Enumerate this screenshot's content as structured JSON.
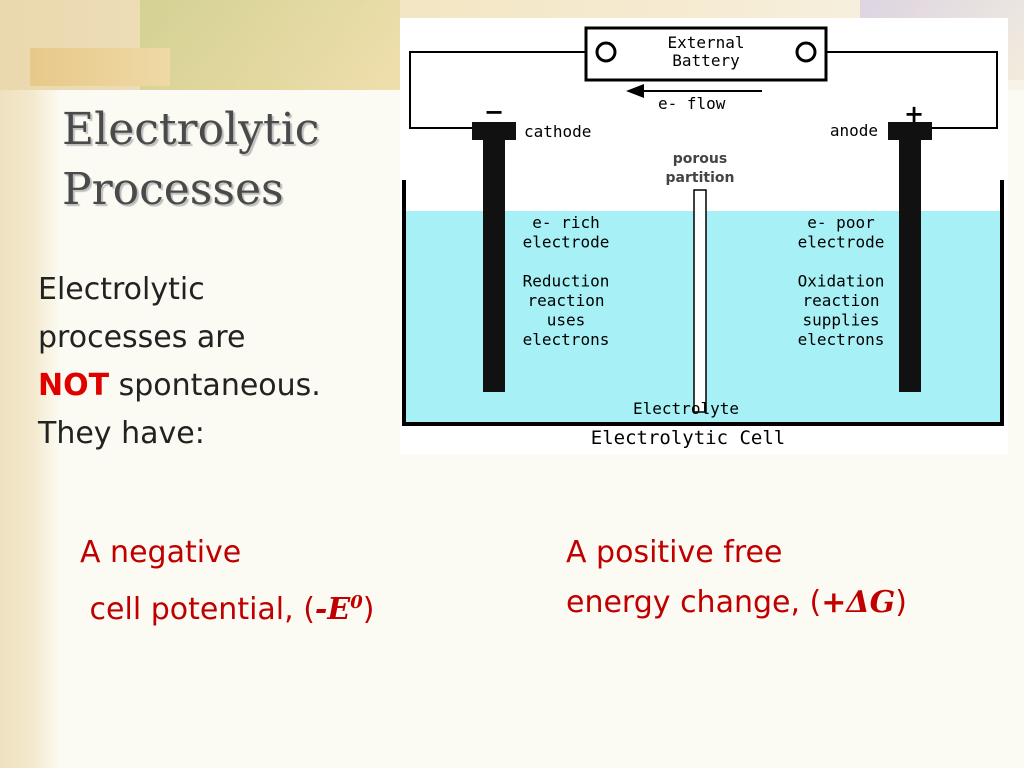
{
  "slide": {
    "title_line1": "Electrolytic",
    "title_line2": "Processes",
    "intro": {
      "line1": "Electrolytic",
      "line2": "processes are",
      "not_word": "NOT",
      "line3_rest": "spontaneous.",
      "line4": "They have:"
    },
    "point_left": {
      "line1": "A negative",
      "line2_prefix": " cell potential, (",
      "symbol": "-E",
      "superscript": "0",
      "suffix": ")"
    },
    "point_right": {
      "line1": "A positive free",
      "line2_prefix": "energy change, (",
      "symbol": "+ΔG",
      "suffix": ")"
    },
    "accent_color": "#c00000",
    "not_color": "#e00000"
  },
  "diagram": {
    "battery_line1": "External",
    "battery_line2": "Battery",
    "flow_label": "e- flow",
    "cathode_label": "cathode",
    "anode_label": "anode",
    "minus_sign": "−",
    "plus_sign": "+",
    "partition_line1": "porous",
    "partition_line2": "partition",
    "left_desc": [
      "e- rich",
      "electrode",
      "",
      "Reduction",
      "reaction",
      "uses",
      "electrons"
    ],
    "right_desc": [
      "e- poor",
      "electrode",
      "",
      "Oxidation",
      "reaction",
      "supplies",
      "electrons"
    ],
    "electrolyte_label": "Electrolyte",
    "caption": "Electrolytic Cell",
    "electrolyte_color": "#a6f0f6"
  }
}
